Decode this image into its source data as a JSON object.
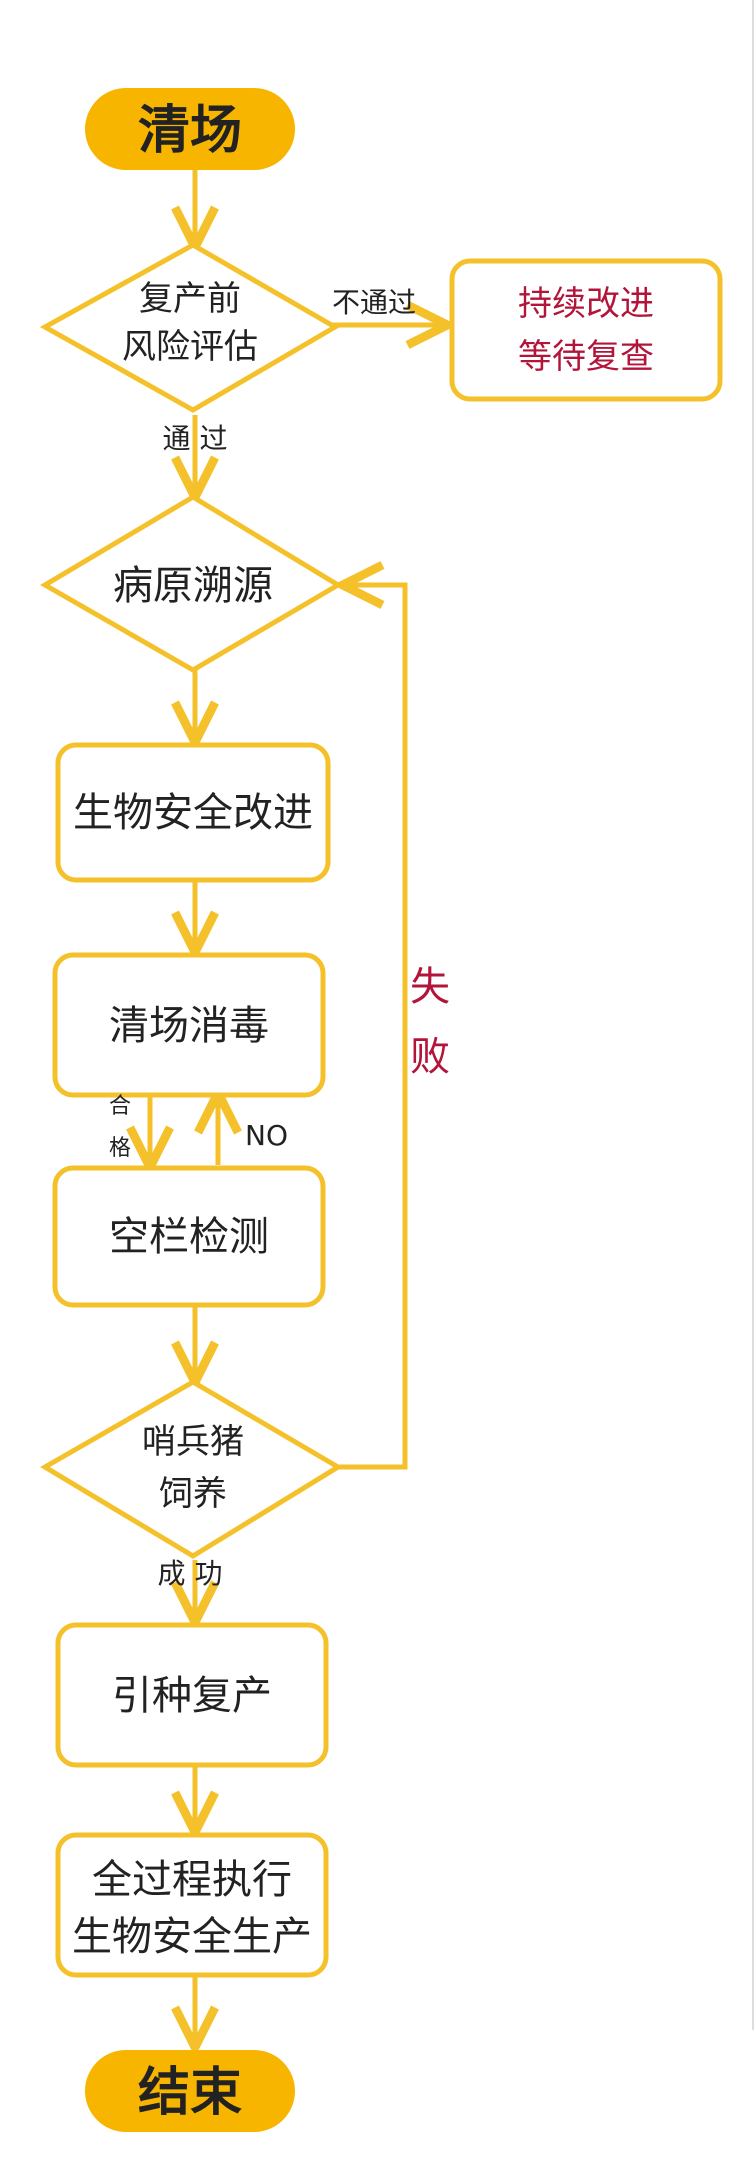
{
  "nodes": {
    "start": "清场",
    "risk_line1": "复产前",
    "risk_line2": "风险评估",
    "improve_line1": "持续改进",
    "improve_line2": "等待复查",
    "trace": "病原溯源",
    "biosec": "生物安全改进",
    "disinfect": "清场消毒",
    "test": "空栏检测",
    "sentinel_line1": "哨兵猪",
    "sentinel_line2": "饲养",
    "restock": "引种复产",
    "final_line1": "全过程执行",
    "final_line2": "生物安全生产",
    "end": "结束"
  },
  "edges": {
    "fail_pass": "不通过",
    "pass": "通 过",
    "failure_1": "失",
    "failure_2": "败",
    "qualified_1": "合",
    "qualified_2": "格",
    "no": "NO",
    "success": "成 功"
  },
  "colors": {
    "accent": "#f7b500",
    "stroke": "#f5c12a",
    "text": "#222222",
    "highlight": "#b3143a"
  }
}
